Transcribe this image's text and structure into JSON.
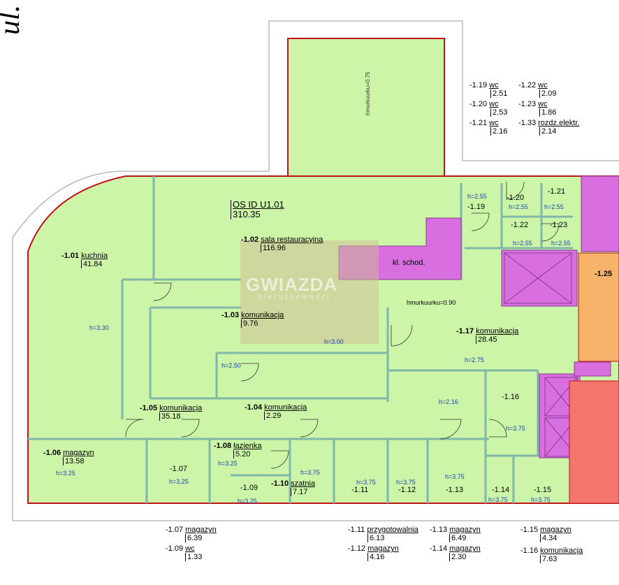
{
  "street": "ul. Wyn",
  "plan_title": {
    "id": "OS ID U1.01",
    "area": "310.35"
  },
  "watermark": {
    "brand": "GWIAZDA",
    "sub": "nieruchomości"
  },
  "stair_label": "kl. schod.",
  "rooms": [
    {
      "num": "-1.01",
      "name": "kuchnia",
      "area": "41.84"
    },
    {
      "num": "-1.02",
      "name": "sala restauracyjna",
      "area": "116.96"
    },
    {
      "num": "-1.03",
      "name": "komunikacja",
      "area": "9.76"
    },
    {
      "num": "-1.04",
      "name": "komunikacja",
      "area": "2.29"
    },
    {
      "num": "-1.05",
      "name": "komunikacja",
      "area": "35.18"
    },
    {
      "num": "-1.06",
      "name": "magazyn",
      "area": "13.58"
    },
    {
      "num": "-1.08",
      "name": "łazienka",
      "area": "5.20"
    },
    {
      "num": "-1.10",
      "name": "szatnia",
      "area": "7.17"
    },
    {
      "num": "-1.17",
      "name": "komunikacja",
      "area": "28.45"
    }
  ],
  "room_numbers": [
    "-1.07",
    "-1.09",
    "-1.11",
    "-1.12",
    "-1.13",
    "-1.14",
    "-1.15",
    "-1.16",
    "-1.19",
    "-1.20",
    "-1.21",
    "-1.22",
    "-1.23",
    "-1.25"
  ],
  "heights": [
    "h=3.30",
    "h=3.00",
    "h=2.50",
    "h=2.75",
    "h=2.16",
    "h=3.75",
    "h=3.25",
    "h=3.25",
    "h=3.25",
    "h=3.75",
    "h=3.75",
    "h=3.75",
    "h=3.75",
    "h=3.75",
    "h=3.75",
    "h=2.55",
    "h=2.55",
    "h=2.55",
    "h=2.55",
    "h=2.55"
  ],
  "sill_labels": [
    "hmurkuurku=0.75",
    "hmurkuurku=0.90"
  ],
  "legend_top": [
    {
      "num": "-1.19",
      "name": "wc",
      "area": "2.51"
    },
    {
      "num": "-1.22",
      "name": "wc",
      "area": "2.09"
    },
    {
      "num": "-1.20",
      "name": "wc",
      "area": "2.53"
    },
    {
      "num": "-1.23",
      "name": "wc",
      "area": "1.86"
    },
    {
      "num": "-1.21",
      "name": "wc",
      "area": "2.16"
    },
    {
      "num": "-1.33",
      "name": "rozdz.elektr.",
      "area": "2.14"
    }
  ],
  "legend_bottom": [
    {
      "num": "-1.07",
      "name": "magazyn",
      "area": "6.39"
    },
    {
      "num": "-1.09",
      "name": "wc",
      "area": "1.33"
    },
    {
      "num": "-1.11",
      "name": "przygotowalnia",
      "area": "6.13"
    },
    {
      "num": "-1.12",
      "name": "magazyn",
      "area": "4.16"
    },
    {
      "num": "-1.13",
      "name": "magazyn",
      "area": "6.49"
    },
    {
      "num": "-1.14",
      "name": "magazyn",
      "area": "2.30"
    },
    {
      "num": "-1.15",
      "name": "magazyn",
      "area": "4.34"
    },
    {
      "num": "-1.16",
      "name": "komunikacja",
      "area": "7.63"
    }
  ],
  "colors": {
    "room": "#ccf5a8",
    "wall": "#c0151a",
    "stair": "#d86ee0",
    "orange": "#f7b36a",
    "red": "#f2766c"
  }
}
